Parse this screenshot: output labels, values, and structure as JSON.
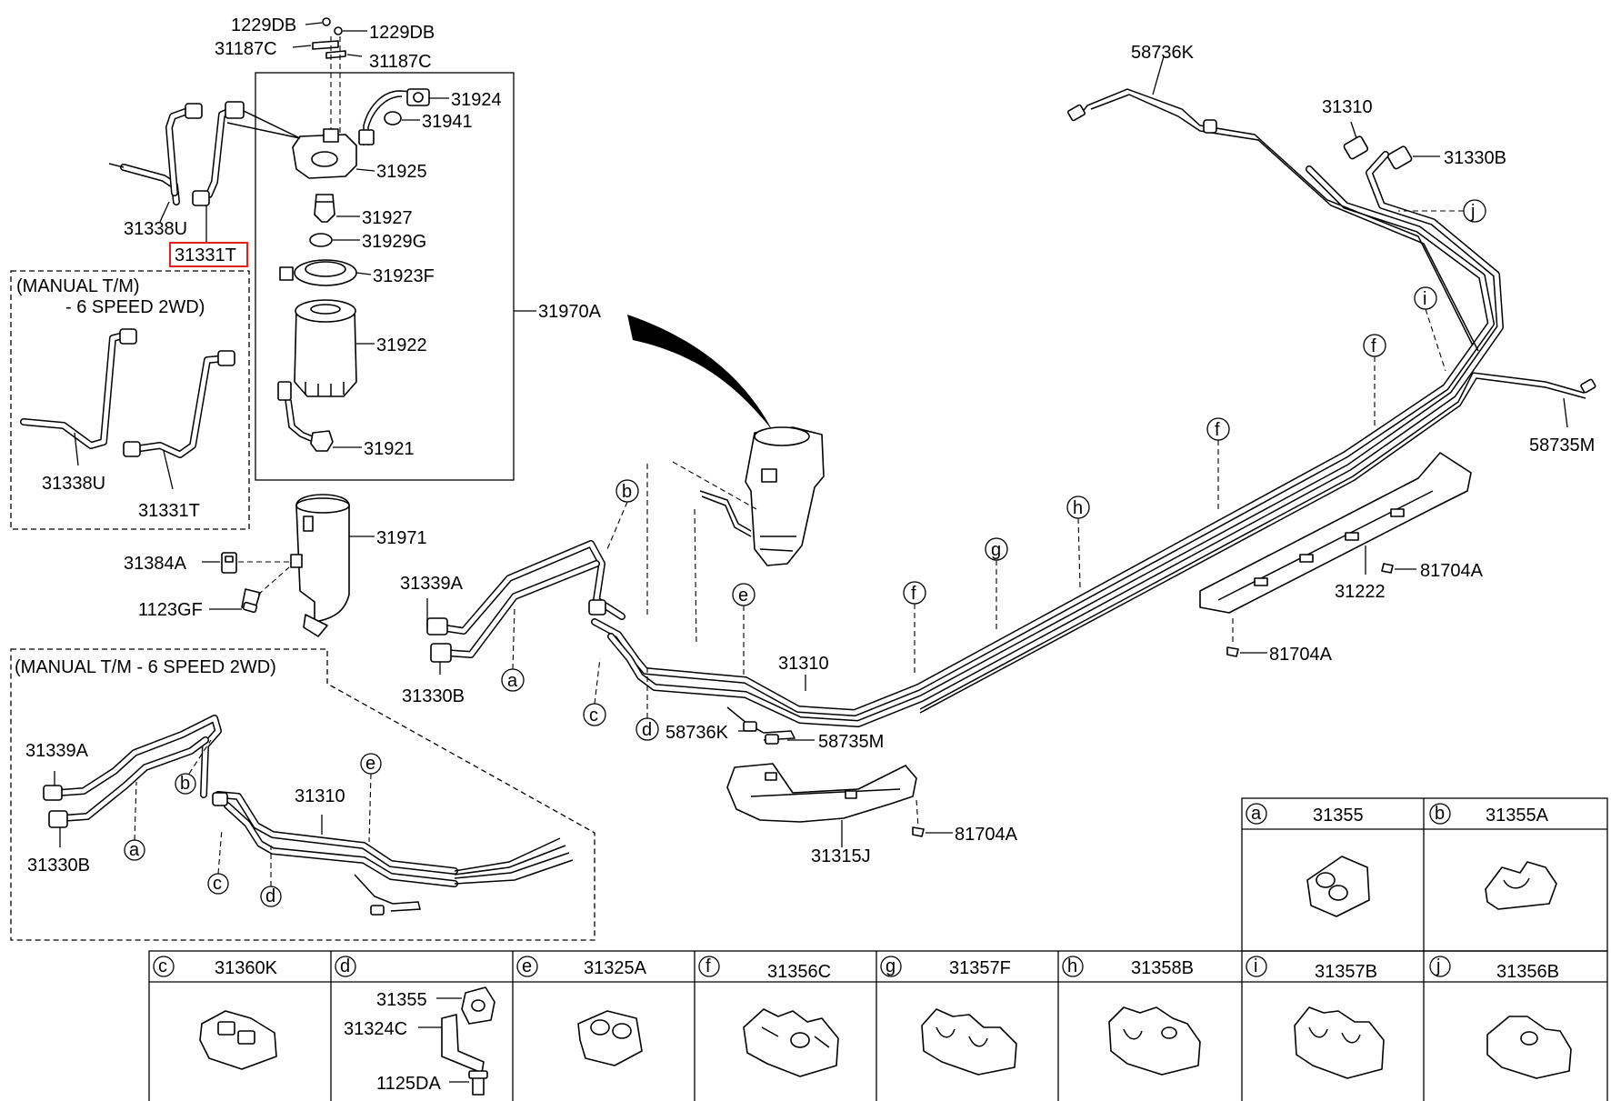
{
  "parts": {
    "p1229DB_a": "1229DB",
    "p1229DB_b": "1229DB",
    "p31187C_a": "31187C",
    "p31187C_b": "31187C",
    "p31924": "31924",
    "p31941": "31941",
    "p31925": "31925",
    "p31927": "31927",
    "p31929G": "31929G",
    "p31923F": "31923F",
    "p31922": "31922",
    "p31921": "31921",
    "p31970A": "31970A",
    "p31338U_top": "31338U",
    "p31331T_top": "31331T",
    "p31338U_mt": "31338U",
    "p31331T_mt": "31331T",
    "p31971": "31971",
    "p31384A": "31384A",
    "p1123GF": "1123GF",
    "p31339A_main": "31339A",
    "p31330B_main": "31330B",
    "p31339A_mt": "31339A",
    "p31330B_mt": "31330B",
    "p31310_mt": "31310",
    "p31310_main": "31310",
    "p31310_top": "31310",
    "p58736K_top": "58736K",
    "p31330B_top": "31330B",
    "p58735M_right": "58735M",
    "p31222": "31222",
    "p81704A_a": "81704A",
    "p81704A_b": "81704A",
    "p81704A_c": "81704A",
    "p58736K_mid": "58736K",
    "p58735M_mid": "58735M",
    "p31315J": "31315J",
    "p31355_d": "31355",
    "p31324C": "31324C",
    "p1125DA": "1125DA"
  },
  "notes": {
    "manual_top_line1": "(MANUAL T/M)",
    "manual_top_line2": "- 6 SPEED 2WD)",
    "manual_bottom": "(MANUAL T/M - 6 SPEED 2WD)"
  },
  "callouts": {
    "a": "a",
    "b": "b",
    "c": "c",
    "d": "d",
    "e": "e",
    "f": "f",
    "g": "g",
    "h": "h",
    "i": "i",
    "j": "j"
  },
  "legend": [
    {
      "key": "a",
      "part": "31355"
    },
    {
      "key": "b",
      "part": "31355A"
    },
    {
      "key": "c",
      "part": "31360K"
    },
    {
      "key": "d",
      "part": ""
    },
    {
      "key": "e",
      "part": "31325A"
    },
    {
      "key": "f",
      "part": "31356C"
    },
    {
      "key": "g",
      "part": "31357F"
    },
    {
      "key": "h",
      "part": "31358B"
    },
    {
      "key": "i",
      "part": "31357B"
    },
    {
      "key": "j",
      "part": "31356B"
    }
  ],
  "highlight_color": "#e0201b"
}
